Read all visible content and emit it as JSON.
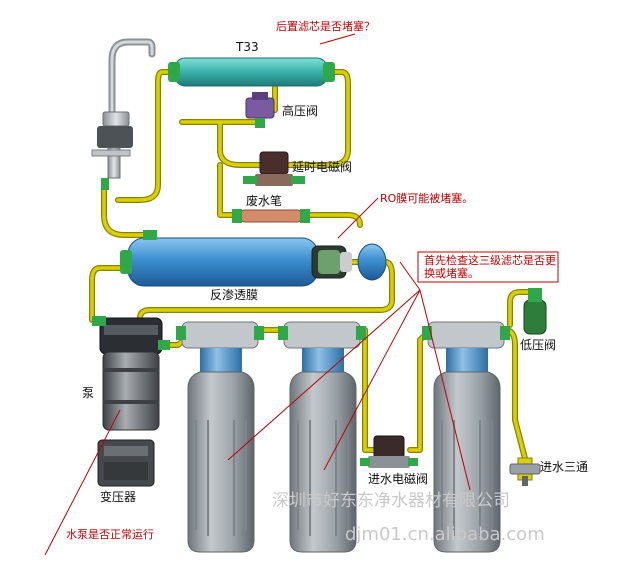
{
  "colors": {
    "tube": "#c8c000",
    "tube_edge": "#8a8200",
    "fitting": "#2fa84a",
    "annotation": "#c00000",
    "housing": "#8f969c",
    "cartridge": "#4f8fc4",
    "membrane": "#3c8fd0",
    "t33": "#3fb6b0",
    "watermark": "#c9c9c9"
  },
  "labels": {
    "t33": "T33",
    "high_pressure_valve": "高压阀",
    "delay_solenoid": "延时电磁阀",
    "waste_flow": "废水笔",
    "ro_membrane": "反渗透膜",
    "pump": "泵",
    "transformer": "变压器",
    "low_pressure_valve": "低压阀",
    "inlet_solenoid": "进水电磁阀",
    "inlet_tee": "进水三通"
  },
  "annotations": {
    "post_filter": "后置滤芯是否堵塞？",
    "ro_blocked": "RO膜可能被堵塞。",
    "filters_check": "首先检查这三级滤芯是否更换或堵塞。",
    "pump_check": "水泵是否正常运行"
  },
  "icons": [
    "faucet-icon",
    "pump-icon",
    "transformer-icon",
    "valve-icon",
    "filter-housing-icon"
  ],
  "watermark": {
    "company": "深圳市好东东净水器材有限公司",
    "site": "djm01.cn.alibaba.com"
  }
}
